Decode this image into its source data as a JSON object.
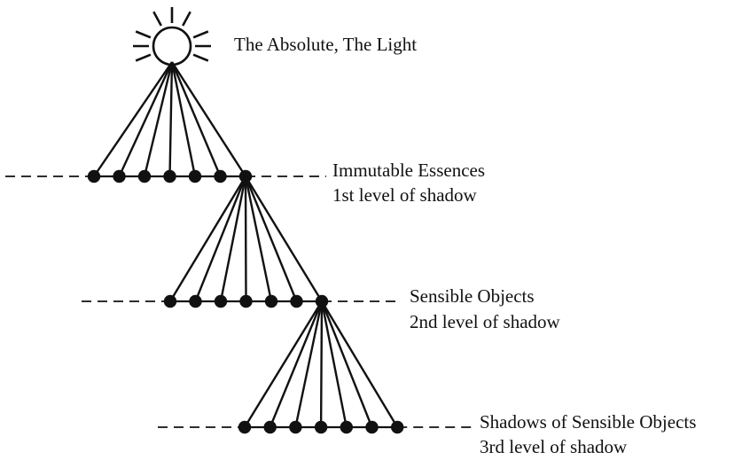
{
  "colors": {
    "ink": "#111111",
    "background": "#ffffff"
  },
  "source": {
    "icon": "sun-icon",
    "label": "The Absolute, The Light"
  },
  "levels": [
    {
      "name": "Immutable Essences",
      "level_label": "1st level of shadow",
      "node_count": 7
    },
    {
      "name": "Sensible Objects",
      "level_label": "2nd level of shadow",
      "node_count": 7
    },
    {
      "name": "Shadows of Sensible Objects",
      "level_label": "3rd level of shadow",
      "node_count": 7
    }
  ]
}
